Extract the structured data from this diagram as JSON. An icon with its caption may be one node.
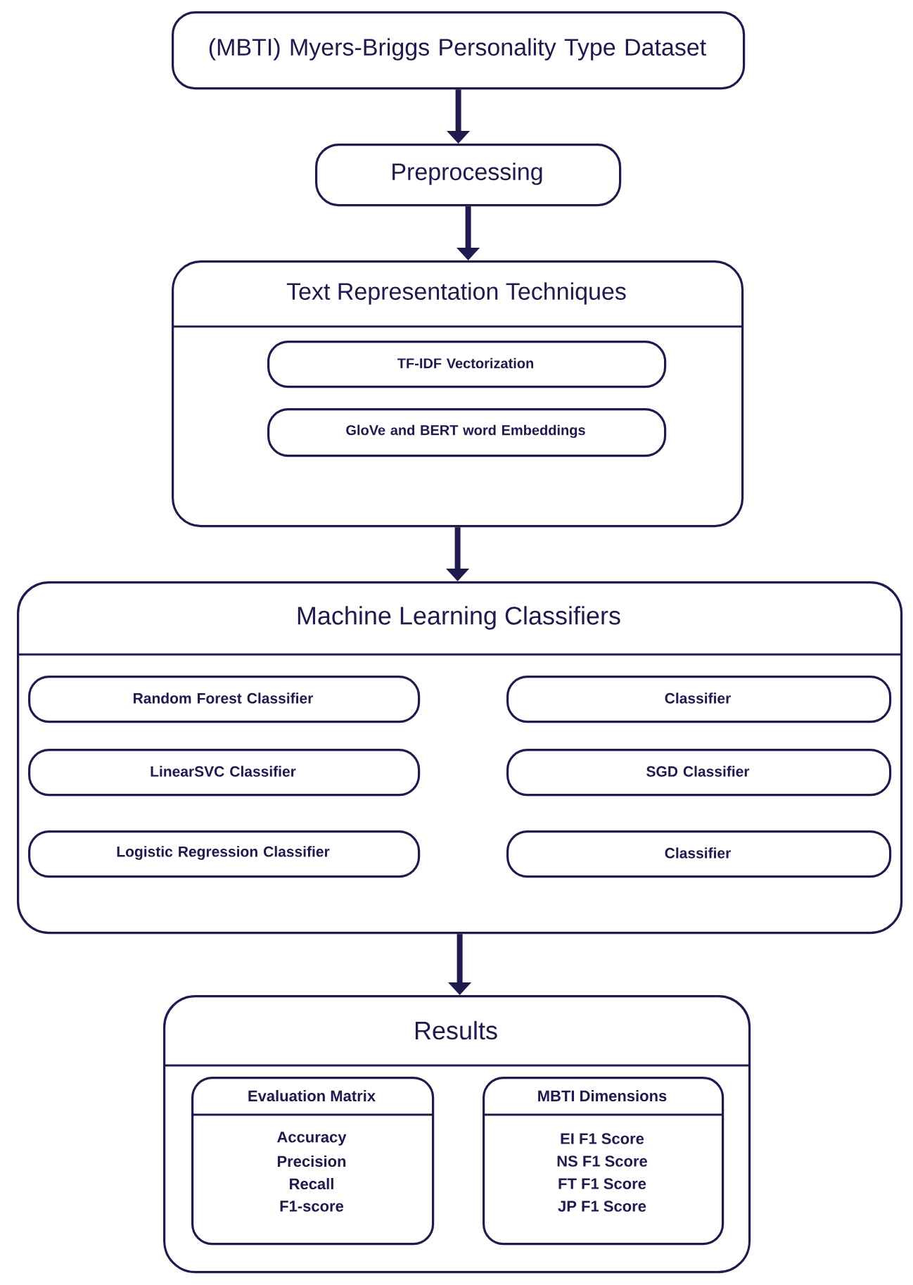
{
  "diagram": {
    "nodes": [
      {
        "text": [
          "(MBTI) Myers-Briggs Personality Type Dataset"
        ]
      },
      {
        "text": [
          "Preprocessing"
        ]
      },
      {
        "text": [
          "Text Representation Techniques"
        ]
      },
      {
        "text": [
          "TF-IDF Vectorization"
        ],
        "in": 2
      },
      {
        "text": [
          "GloVe and BERT word Embeddings"
        ],
        "in": 2
      },
      {
        "text": [
          "Machine Learning Classifiers"
        ]
      },
      {
        "text": [
          "Random Forest Classifier"
        ],
        "in": 5
      },
      {
        "text": [
          "Classifier"
        ],
        "in": 5
      },
      {
        "text": [
          "LinearSVC Classifier"
        ],
        "in": 5
      },
      {
        "text": [
          "SGD Classifier"
        ],
        "in": 5
      },
      {
        "text": [
          "Logistic Regression Classifier"
        ],
        "in": 5
      },
      {
        "text": [
          "Classifier"
        ],
        "in": 5
      },
      {
        "text": [
          "Results"
        ]
      },
      {
        "text": [
          "Evaluation Matrix",
          "Accuracy",
          "Precision",
          "Recall",
          "F1-score"
        ],
        "in": 12
      },
      {
        "text": [
          "MBTI Dimensions",
          "EI F1 Score",
          "NS F1 Score",
          "FT F1 Score",
          "JP F1 Score"
        ],
        "in": 12
      }
    ],
    "edges": [
      {
        "from": 0,
        "to": 1,
        "arrow": "to"
      },
      {
        "from": 1,
        "to": 2,
        "arrow": "to"
      },
      {
        "from": 2,
        "to": 5,
        "arrow": "to"
      },
      {
        "from": 5,
        "to": 12,
        "arrow": "to"
      }
    ]
  }
}
